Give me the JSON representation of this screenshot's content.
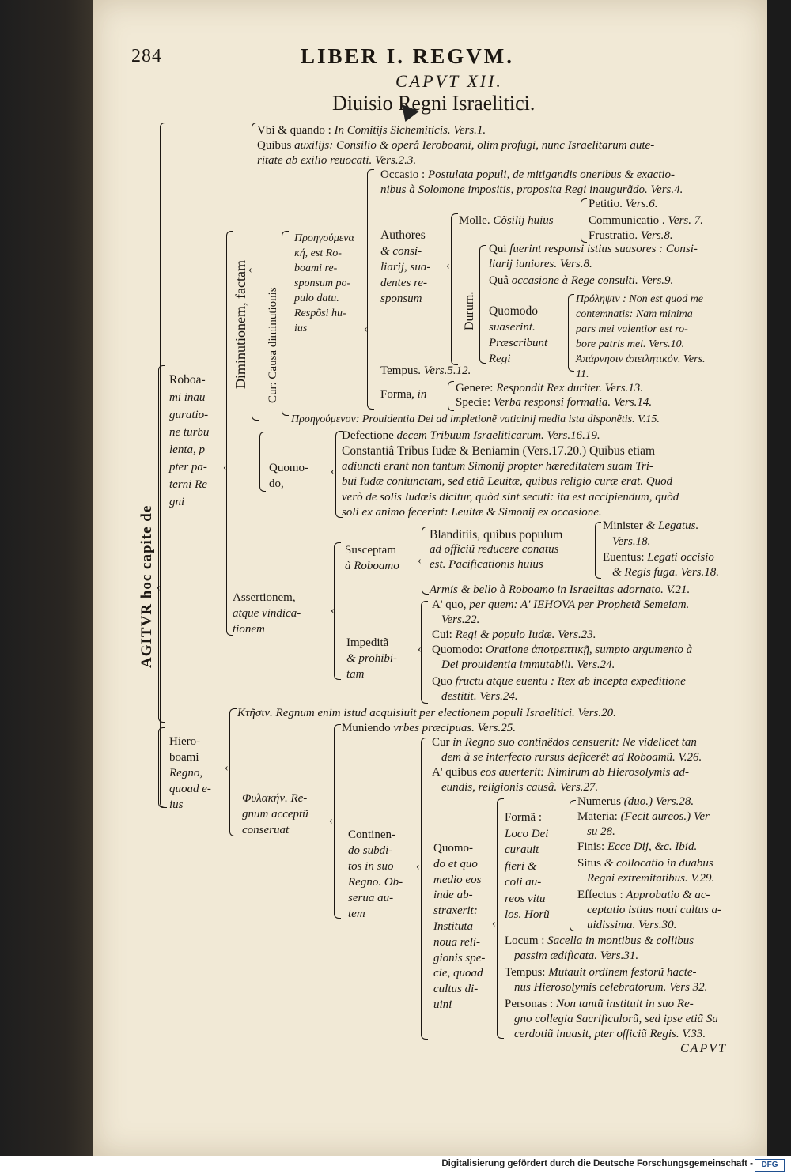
{
  "header": {
    "page_number": "284",
    "running_title": "LIBER I. REGVM.",
    "chapter": "CAPVT XII.",
    "title": "Diuisio Regni Israelitici."
  },
  "outline": {
    "agitur": "AGITVR hoc capite de",
    "roboami": [
      "Roboa-",
      "mi inau",
      "guratio-",
      "ne turbu",
      "lenta, p",
      "pter pa-",
      "terni Re",
      "gni"
    ],
    "diminutionem": "Diminutionem, factam",
    "ubi_quando": {
      "label": "Vbi & quando : ",
      "text": "In Comitijs Sichemiticis. Vers.1."
    },
    "quibus_auxiliis": {
      "label": "Quibus ",
      "line1": "auxilijs: Consilio & operâ Ieroboami, olim profugi, nunc Israelitarum aute-",
      "line2": "ritate ab exilio reuocati. Vers.2.3."
    },
    "cur": "Cur: Causa diminutionis",
    "proegumena": [
      "Προηγούμενα",
      "κή, est Ro-",
      "boami re-",
      "sponsum po-",
      "pulo datu.",
      "Respõsi hu-",
      "ius"
    ],
    "occasio": {
      "label": "Occasio : ",
      "line1": "Postulata populi, de mitigandis oneribus & exactio-",
      "line2": "nibus à Solomone impositis, proposita Regi inaugurãdo. Vers.4."
    },
    "authores": [
      "Authores",
      "& consi-",
      "liarij, sua-",
      "dentes re-",
      "sponsum"
    ],
    "molle": {
      "label": "Molle. ",
      "text": "Cõsilij huius"
    },
    "petitio": {
      "label": "Petitio. ",
      "text": "Vers.6."
    },
    "communicatio": {
      "label": "Communicatio . ",
      "text": "Vers. 7."
    },
    "frustratio": {
      "label": "Frustratio. ",
      "text": "Vers.8."
    },
    "durum": "Durum.",
    "qui_fuerint": {
      "label": "Qui ",
      "line1": "fuerint responsi istius suasores : Consi-",
      "line2": "liarij iuniores. Vers.8."
    },
    "qua_occasione": {
      "label": "Quâ ",
      "text": "occasione à Rege consulti. Vers.9."
    },
    "quomodo_suaserint": [
      "Quomodo",
      "suaserint.",
      "Præscribunt",
      "Regi"
    ],
    "proleipsin": [
      "Πρόληψιν : Non est quod me",
      "contemnatis: Nam minima",
      "pars mei valentior est ro-",
      "bore patris mei. Vers.10.",
      "Ἀπάρνησιν ἀπειλητικόν. Vers.",
      "11."
    ],
    "tempus_1": {
      "label": "Tempus. ",
      "text": "Vers.5.12."
    },
    "forma": {
      "label": "Forma, ",
      "text": "in"
    },
    "genere": {
      "label": "Genere: ",
      "text": "Respondit Rex duriter. Vers.13."
    },
    "specie": {
      "label": "Specie: ",
      "text": "Verba responsi formalia. Vers.14."
    },
    "proegumenon": "Προηγούμενον: Prouidentia Dei ad impletionẽ vaticinij media ista disponẽtis. V.15.",
    "quomodo_1": [
      "Quomo-",
      "do,"
    ],
    "defectione": {
      "label": "Defectione ",
      "text": "decem Tribuum Israeliticarum. Vers.16.19."
    },
    "constantia": [
      "Constantiâ Tribus Iudæ & Beniamin (Vers.17.20.) Quibus etiam",
      "adiuncti erant non tantum Simonij propter hæreditatem suam Tri-",
      "bui Iudæ coniunctam, sed etiã Leuitæ, quibus religio curæ erat. Quod",
      "verò de solis Iudæis dicitur, quòd sint secuti: ita est accipiendum, quòd",
      "soli ex animo fecerint: Leuitæ & Simonij ex occasione."
    ],
    "assertionem": [
      "Assertionem,",
      "atque vindica-",
      "tionem"
    ],
    "susceptam": [
      "Susceptam",
      "à Roboamo"
    ],
    "blanditiis": [
      "Blanditiis, quibus populum",
      "ad officiũ reducere conatus",
      "est. Pacificationis huius"
    ],
    "minister": {
      "label": "Minister ",
      "text": "& Legatus.",
      "line2": "Vers.18."
    },
    "euentus": {
      "label": "Euentus: ",
      "text": "Legati occisio",
      "line2": "& Regis fuga. Vers.18."
    },
    "armis": "Armis & bello à Roboamo in Israelitas adornato. V.21.",
    "impedita": [
      "Impeditã",
      "& prohibi-",
      "tam"
    ],
    "a_quo": {
      "label": "A' quo, ",
      "text": "per quem: A' IEHOVA per Prophetã Semeiam.",
      "line2": "Vers.22."
    },
    "cui": {
      "label": "Cui: ",
      "text": "Regi & populo Iudæ. Vers.23."
    },
    "quomodo_2": {
      "label": "Quomodo: ",
      "text": "Oratione ἀποτρεπτικῇ, sumpto argumento à",
      "line2": "Dei prouidentia immutabili. Vers.24."
    },
    "quo_fructu": {
      "label": "Quo ",
      "text": "fructu atque euentu : Rex ab incepta expeditione",
      "line2": "destitit. Vers.24."
    },
    "hieroboami": [
      "Hiero-",
      "boami",
      "Regno,",
      "quoad e-",
      "ius"
    ],
    "ktesin": "Κτῆσιν. Regnum enim istud acquisiuit per electionem populi Israelitici. Vers.20.",
    "phylaken": [
      "Φυλακήν. Re-",
      "gnum acceptũ",
      "conseruat"
    ],
    "muniendo": {
      "label": "Muniendo ",
      "text": "vrbes præcipuas. Vers.25."
    },
    "continendo": [
      "Continen-",
      "do subdi-",
      "tos in suo",
      "Regno. Ob-",
      "serua au-",
      "tem"
    ],
    "cur_2": {
      "label": "Cur ",
      "text": "in Regno suo continẽdos censuerit: Ne videlicet tan",
      "line2": "dem à se interfecto rursus deficerẽt ad Roboamũ. V.26."
    },
    "a_quibus": {
      "label": "A' quibus ",
      "text": "eos auerterit: Nimirum ab Hierosolymis ad-",
      "line2": "eundis, religionis causâ. Vers.27."
    },
    "quomodo_3": [
      "Quomo-",
      "do et quo",
      "medio eos",
      "inde ab-",
      "straxerit:",
      "Instituta",
      "noua reli-",
      "gionis spe-",
      "cie, quoad",
      "cultus di-",
      "uini"
    ],
    "forma_2": [
      "Formã :",
      "Loco Dei",
      "curauit",
      "fieri &",
      "coli au-",
      "reos vitu",
      "los. Horũ"
    ],
    "numerus": {
      "label": "Numerus ",
      "text": "(duo.) Vers.28."
    },
    "materia": {
      "label": "Materia: ",
      "text": "(Fecit aureos.) Ver",
      "line2": "su 28."
    },
    "finis": {
      "label": "Finis: ",
      "text": "Ecce Dij, &c. Ibid."
    },
    "situs": {
      "label": "Situs ",
      "text": "& collocatio in duabus",
      "line2": "Regni extremitatibus. V.29."
    },
    "effectus": {
      "label": "Effectus : ",
      "text": "Approbatio & ac-",
      "line2": "ceptatio istius noui cultus a-",
      "line3": "uidissima. Vers.30."
    },
    "locum": {
      "label": "Locum : ",
      "text": "Sacella in montibus & collibus",
      "line2": "passim ædificata. Vers.31."
    },
    "tempus_2": {
      "label": "Tempus: ",
      "text": "Mutauit ordinem festorũ hacte-",
      "line2": "nus Hierosolymis celebratorum. Vers 32."
    },
    "personas": {
      "label": "Personas : ",
      "text": "Non tantũ instituit in suo Re-",
      "line2": "gno collegia Sacrificulorũ, sed ipse etiã Sa",
      "line3": "cerdotiũ inuasit, pter officiũ Regis. V.33."
    },
    "catchword": "CAPVT"
  },
  "footer": {
    "credit": "Digitalisierung gefördert durch die Deutsche Forschungsgemeinschaft -",
    "logo": "DFG"
  }
}
